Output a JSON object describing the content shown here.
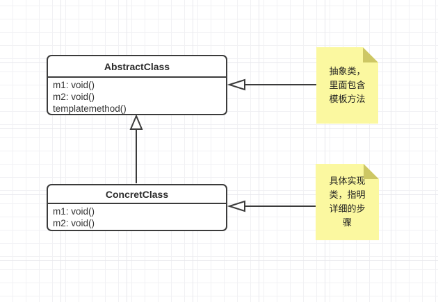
{
  "diagram": {
    "classes": [
      {
        "name": "AbstractClass",
        "members": [
          "m1: void()",
          "m2: void()",
          "templatemethod()"
        ]
      },
      {
        "name": "ConcretClass",
        "members": [
          "m1: void()",
          "m2: void()"
        ]
      }
    ],
    "notes": [
      {
        "text": "抽象类，里面包含模板方法",
        "lines": [
          "抽象类，",
          "里面包含",
          "模板方法"
        ]
      },
      {
        "text": "具体实现类，指明详细的步骤",
        "lines": [
          "具体实现",
          "类，指明",
          "详细的步",
          "骤"
        ]
      }
    ],
    "colors": {
      "stroke": "#3B3B3B",
      "class_fill": "#FFFFFF",
      "note_fill": "#FBF8A0",
      "note_fold": "#CDC764",
      "grid_minor": "#F1F1F4",
      "grid_major": "#E7E7EC",
      "canvas": "#FFFFFF",
      "text": "#333333"
    }
  }
}
